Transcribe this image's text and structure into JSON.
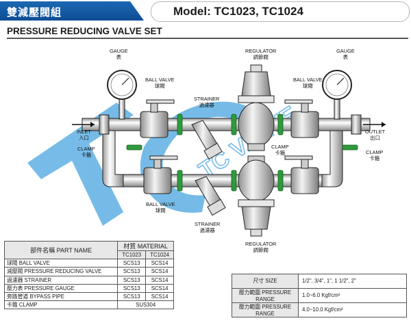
{
  "header": {
    "title_zh": "雙減壓閥組",
    "model": "Model: TC1023, TC1024",
    "subtitle": "PRESSURE REDUCING VALVE SET"
  },
  "diagram": {
    "watermark": "TC VALVE",
    "labels": {
      "gauge_left": [
        "GAUGE",
        "表"
      ],
      "gauge_right": [
        "GAUGE",
        "表"
      ],
      "regulator_top": [
        "REGULATOR",
        "調節閥"
      ],
      "regulator_bottom": [
        "REGULATOR",
        "調節閥"
      ],
      "ball_valve_top_left": [
        "BALL VALVE",
        "球閥"
      ],
      "ball_valve_top_right": [
        "BALL VALVE",
        "球閥"
      ],
      "ball_valve_bottom": [
        "BALL VALVE",
        "球閥"
      ],
      "strainer_top": [
        "STRAINER",
        "過濾器"
      ],
      "strainer_bottom": [
        "STRAINER",
        "過濾器"
      ],
      "inlet": [
        "INLET",
        "入口"
      ],
      "outlet": [
        "OUTLET",
        "出口"
      ],
      "clamp_left": [
        "CLAMP",
        "卡箍"
      ],
      "clamp_mid": [
        "CLAMP",
        "卡箍"
      ],
      "clamp_right": [
        "CLAMP",
        "卡箍"
      ]
    }
  },
  "parts_table": {
    "header_part": "部件名稱  PART NAME",
    "header_material": "材質  MATERIAL",
    "models": [
      "TC1023",
      "TC1024"
    ],
    "rows": [
      {
        "name": "球閥  BALL VALVE",
        "tc1023": "SCS13",
        "tc1024": "SCS14"
      },
      {
        "name": "減壓閥  PRESSURE REDUCING VALVE",
        "tc1023": "SCS13",
        "tc1024": "SCS14"
      },
      {
        "name": "過濾器  STRAINER",
        "tc1023": "SCS13",
        "tc1024": "SCS14"
      },
      {
        "name": "壓力表  PRESSURE GAUGE",
        "tc1023": "SCS13",
        "tc1024": "SCS14"
      },
      {
        "name": "旁路管道  BYPASS PIPE",
        "tc1023": "SCS13",
        "tc1024": "SCS14"
      }
    ],
    "clamp_row": {
      "name": "卡箍  CLAMP",
      "material": "SUS304"
    }
  },
  "spec_table": {
    "rows": [
      {
        "key": "尺寸  SIZE",
        "value": "1/2\", 3/4\", 1\", 1 1/2\", 2\""
      },
      {
        "key": "壓力範圍  PRESSURE RANGE",
        "value": "1.0~6.0 Kgf/cm²"
      },
      {
        "key": "壓力範圍  PRESSURE RANGE",
        "value": "4.0~10.0 Kgf/cm²"
      }
    ]
  },
  "colors": {
    "brand_blue": "#1160ad",
    "watermark_blue": "#5fb0e4",
    "clamp_green": "#2e9a3c"
  }
}
